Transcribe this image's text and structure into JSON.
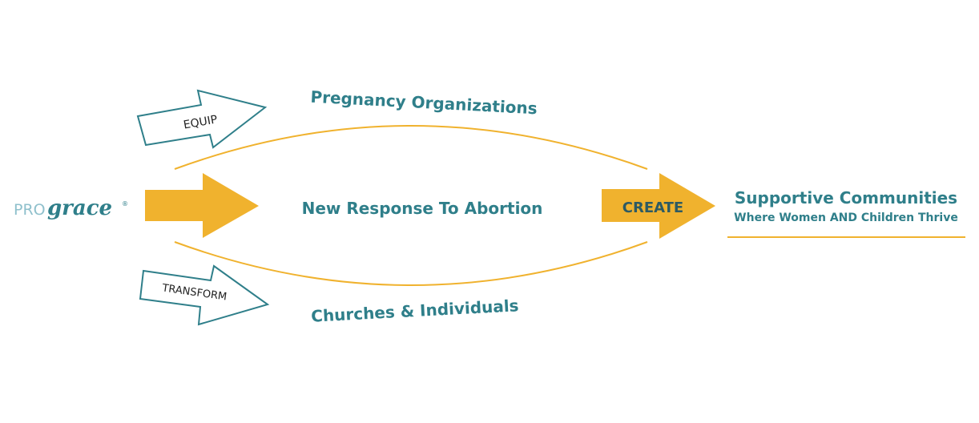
{
  "logo": {
    "pro": "PRO",
    "grace": "grace",
    "mark": "®"
  },
  "arrows": {
    "equip": "EQUIP",
    "transform": "TRANSFORM",
    "create": "CREATE"
  },
  "labels": {
    "top": "Pregnancy Organizations",
    "center": "New Response To Abortion",
    "bottom": "Churches & Individuals"
  },
  "outcome": {
    "title": "Supportive Communities",
    "subtitle": "Where Women AND Children Thrive"
  },
  "colors": {
    "teal": "#2f7f8a",
    "yellow": "#f0b22e",
    "light_teal": "#8fc0cc"
  }
}
